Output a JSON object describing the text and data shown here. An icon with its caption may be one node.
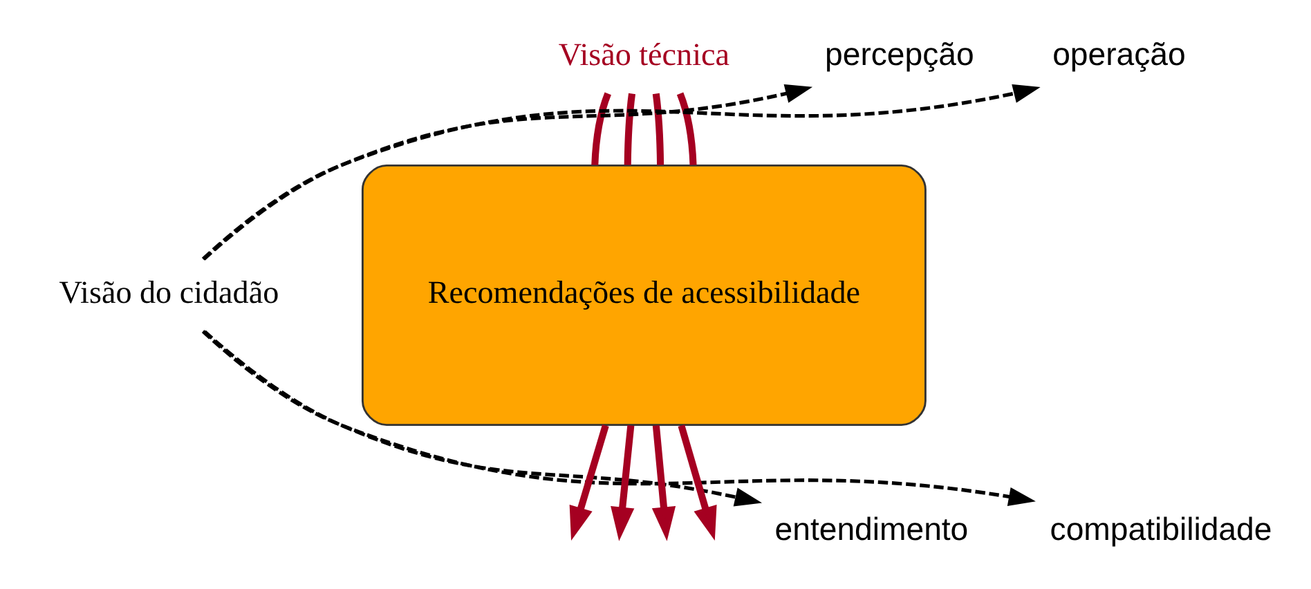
{
  "diagram": {
    "nodes": [
      {
        "text": [
          "Visão técnica"
        ]
      },
      {
        "text": [
          "Visão do cidadão"
        ]
      },
      {
        "text": [
          "Recomendações de acessibilidade"
        ]
      },
      {
        "text": [
          "percepção"
        ]
      },
      {
        "text": [
          "operação"
        ]
      },
      {
        "text": [
          "entendimento"
        ]
      },
      {
        "text": [
          "compatibilidade"
        ]
      }
    ],
    "edges": [
      {
        "from": 0,
        "to": 2,
        "arrow": "none"
      },
      {
        "from": 0,
        "to": 2,
        "arrow": "none"
      },
      {
        "from": 0,
        "to": 2,
        "arrow": "none"
      },
      {
        "from": 0,
        "to": 2,
        "arrow": "none"
      },
      {
        "from": 2,
        "to": null,
        "arrow": "to"
      },
      {
        "from": 2,
        "to": null,
        "arrow": "to"
      },
      {
        "from": 2,
        "to": null,
        "arrow": "to"
      },
      {
        "from": 2,
        "to": null,
        "arrow": "to"
      },
      {
        "from": 1,
        "to": 3,
        "arrow": "to",
        "style": "dashed",
        "color": "#000000"
      },
      {
        "from": 1,
        "to": 4,
        "arrow": "to",
        "style": "dashed",
        "color": "#000000"
      },
      {
        "from": 1,
        "to": 5,
        "arrow": "to",
        "style": "dashed",
        "color": "#000000"
      },
      {
        "from": 1,
        "to": 6,
        "arrow": "to",
        "style": "dashed",
        "color": "#000000"
      }
    ]
  }
}
